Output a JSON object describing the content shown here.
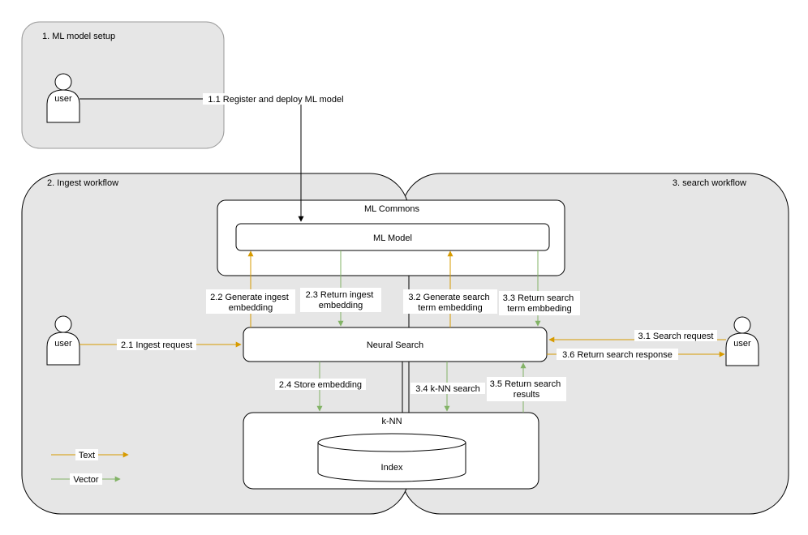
{
  "colors": {
    "text_flow": "#D79B00",
    "vector_flow": "#82B366",
    "panel_fill": "#E6E6E6",
    "panel_stroke": "#999999",
    "box_stroke": "#000000",
    "box_fill": "#FFFFFF"
  },
  "regions": {
    "setup": "1. ML model setup",
    "ingest": "2. Ingest workflow",
    "search": "3. search workflow"
  },
  "components": {
    "ml_commons": "ML Commons",
    "ml_model": "ML Model",
    "neural_search": "Neural Search",
    "knn": "k-NN",
    "index": "Index"
  },
  "actors": {
    "setup_user": "user",
    "ingest_user": "user",
    "search_user": "user"
  },
  "steps": {
    "s1_1": "1.1 Register and deploy ML model",
    "s2_1": "2.1 Ingest request",
    "s2_2": [
      "2.2 Generate ingest",
      "embedding"
    ],
    "s2_3": [
      "2.3 Return ingest",
      "embedding"
    ],
    "s2_4": "2.4 Store embedding",
    "s3_1": "3.1 Search request",
    "s3_2": [
      "3.2 Generate search",
      "term embedding"
    ],
    "s3_3": [
      "3.3 Return search",
      "term embbeding"
    ],
    "s3_4": "3.4 k-NN search",
    "s3_5": [
      "3.5 Return search",
      "results"
    ],
    "s3_6": "3.6 Return search response"
  },
  "legend": {
    "text": "Text",
    "vector": "Vector"
  }
}
